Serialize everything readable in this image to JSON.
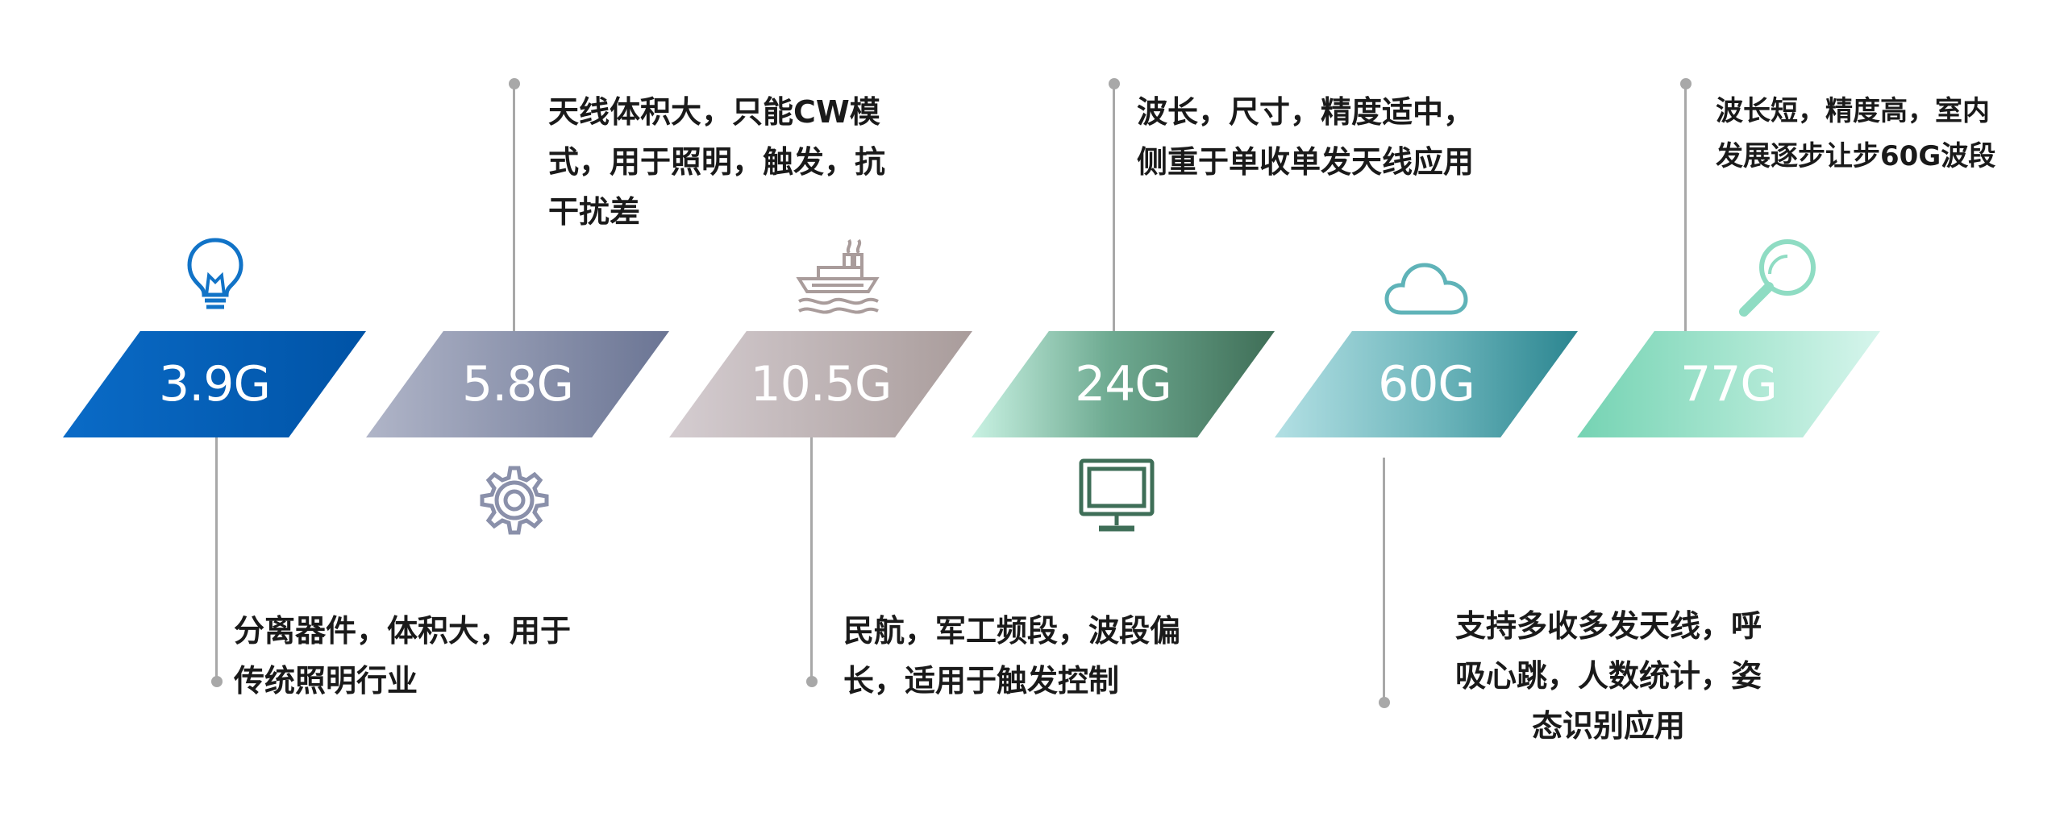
{
  "stages": [
    {
      "label": "3.9G",
      "description": "分离器件，体积大，用于\n传统照明行业",
      "icon": "lightbulb-icon",
      "color": "#0b6bc4"
    },
    {
      "label": "5.8G",
      "description": "天线体积大，只能CW模\n式，用于照明，触发，抗\n干扰差",
      "icon": "gear-icon",
      "color": "#8c93ab"
    },
    {
      "label": "10.5G",
      "description": "民航，军工频段，波段偏\n长，适用于触发控制",
      "icon": "ship-icon",
      "color": "#b5a7a9"
    },
    {
      "label": "24G",
      "description": "波长，尺寸，精度适中，\n侧重于单收单发天线应用",
      "icon": "monitor-icon",
      "color": "#3e6e57"
    },
    {
      "label": "60G",
      "description": "支持多收多发天线，呼\n吸心跳，人数统计，姿\n态识别应用",
      "icon": "cloud-icon",
      "color": "#6bbcc0"
    },
    {
      "label": "77G",
      "description": "波长短，精度高，室内\n发展逐步让步60G波段",
      "icon": "magnifier-icon",
      "color": "#7fd6bb"
    }
  ]
}
